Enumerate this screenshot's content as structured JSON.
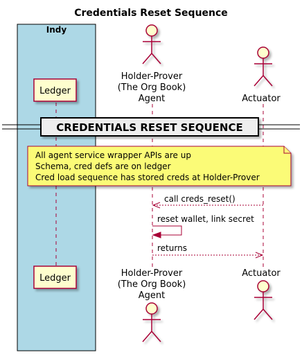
{
  "diagram": {
    "title": "Credentials Reset Sequence",
    "box": {
      "label": "Indy",
      "color": "#ADD8E6"
    },
    "participants": {
      "ledger": {
        "name": "Ledger"
      },
      "holder": {
        "lines": [
          "Holder-Prover",
          "(The Org Book)",
          "Agent"
        ]
      },
      "actuator": {
        "name": "Actuator"
      }
    },
    "divider": {
      "label": "CREDENTIALS RESET SEQUENCE"
    },
    "note": {
      "lines": [
        "All agent service wrapper APIs are up",
        "Schema, cred defs are on ledger",
        "Cred load sequence has stored creds at Holder-Prover"
      ],
      "color": "#FBFB77"
    },
    "messages": [
      {
        "from": "actuator",
        "to": "holder",
        "label": "call creds_reset()",
        "style": "dashed"
      },
      {
        "from": "holder",
        "to": "holder",
        "label": "reset wallet, link secret",
        "style": "solid"
      },
      {
        "from": "holder",
        "to": "actuator",
        "label": "returns",
        "style": "dashed"
      }
    ],
    "colors": {
      "participant_fill": "#FEFECE",
      "border": "#A80036",
      "lifeline": "#A80036"
    }
  }
}
